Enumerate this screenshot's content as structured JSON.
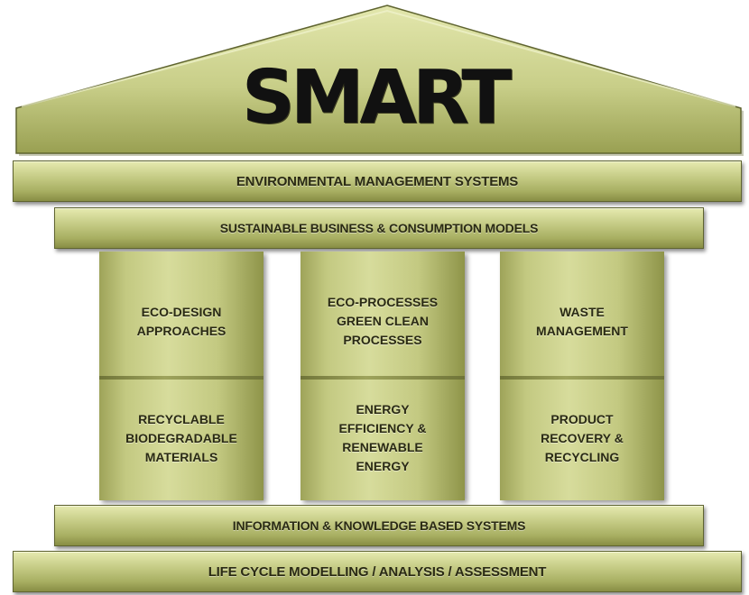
{
  "title": "SMART",
  "beams": {
    "environmental": "ENVIRONMENTAL MANAGEMENT SYSTEMS",
    "sustainable": "SUSTAINABLE BUSINESS & CONSUMPTION MODELS",
    "information": "INFORMATION & KNOWLEDGE BASED SYSTEMS",
    "lifecycle": "LIFE CYCLE MODELLING / ANALYSIS / ASSESSMENT"
  },
  "pillars": [
    {
      "top": [
        "ECO-DESIGN",
        "APPROACHES"
      ],
      "bottom": [
        "RECYCLABLE",
        "BIODEGRADABLE",
        "MATERIALS"
      ]
    },
    {
      "top": [
        "ECO-PROCESSES",
        "GREEN CLEAN",
        "PROCESSES"
      ],
      "bottom": [
        "ENERGY",
        "EFFICIENCY &",
        "RENEWABLE",
        "ENERGY"
      ]
    },
    {
      "top": [
        "WASTE",
        "MANAGEMENT"
      ],
      "bottom": [
        "PRODUCT",
        "RECOVERY &",
        "RECYCLING"
      ]
    }
  ],
  "colors": {
    "face": "#c9cf8a",
    "light": "#e6eab0",
    "dark": "#878d44",
    "text": "#2a2a14"
  }
}
